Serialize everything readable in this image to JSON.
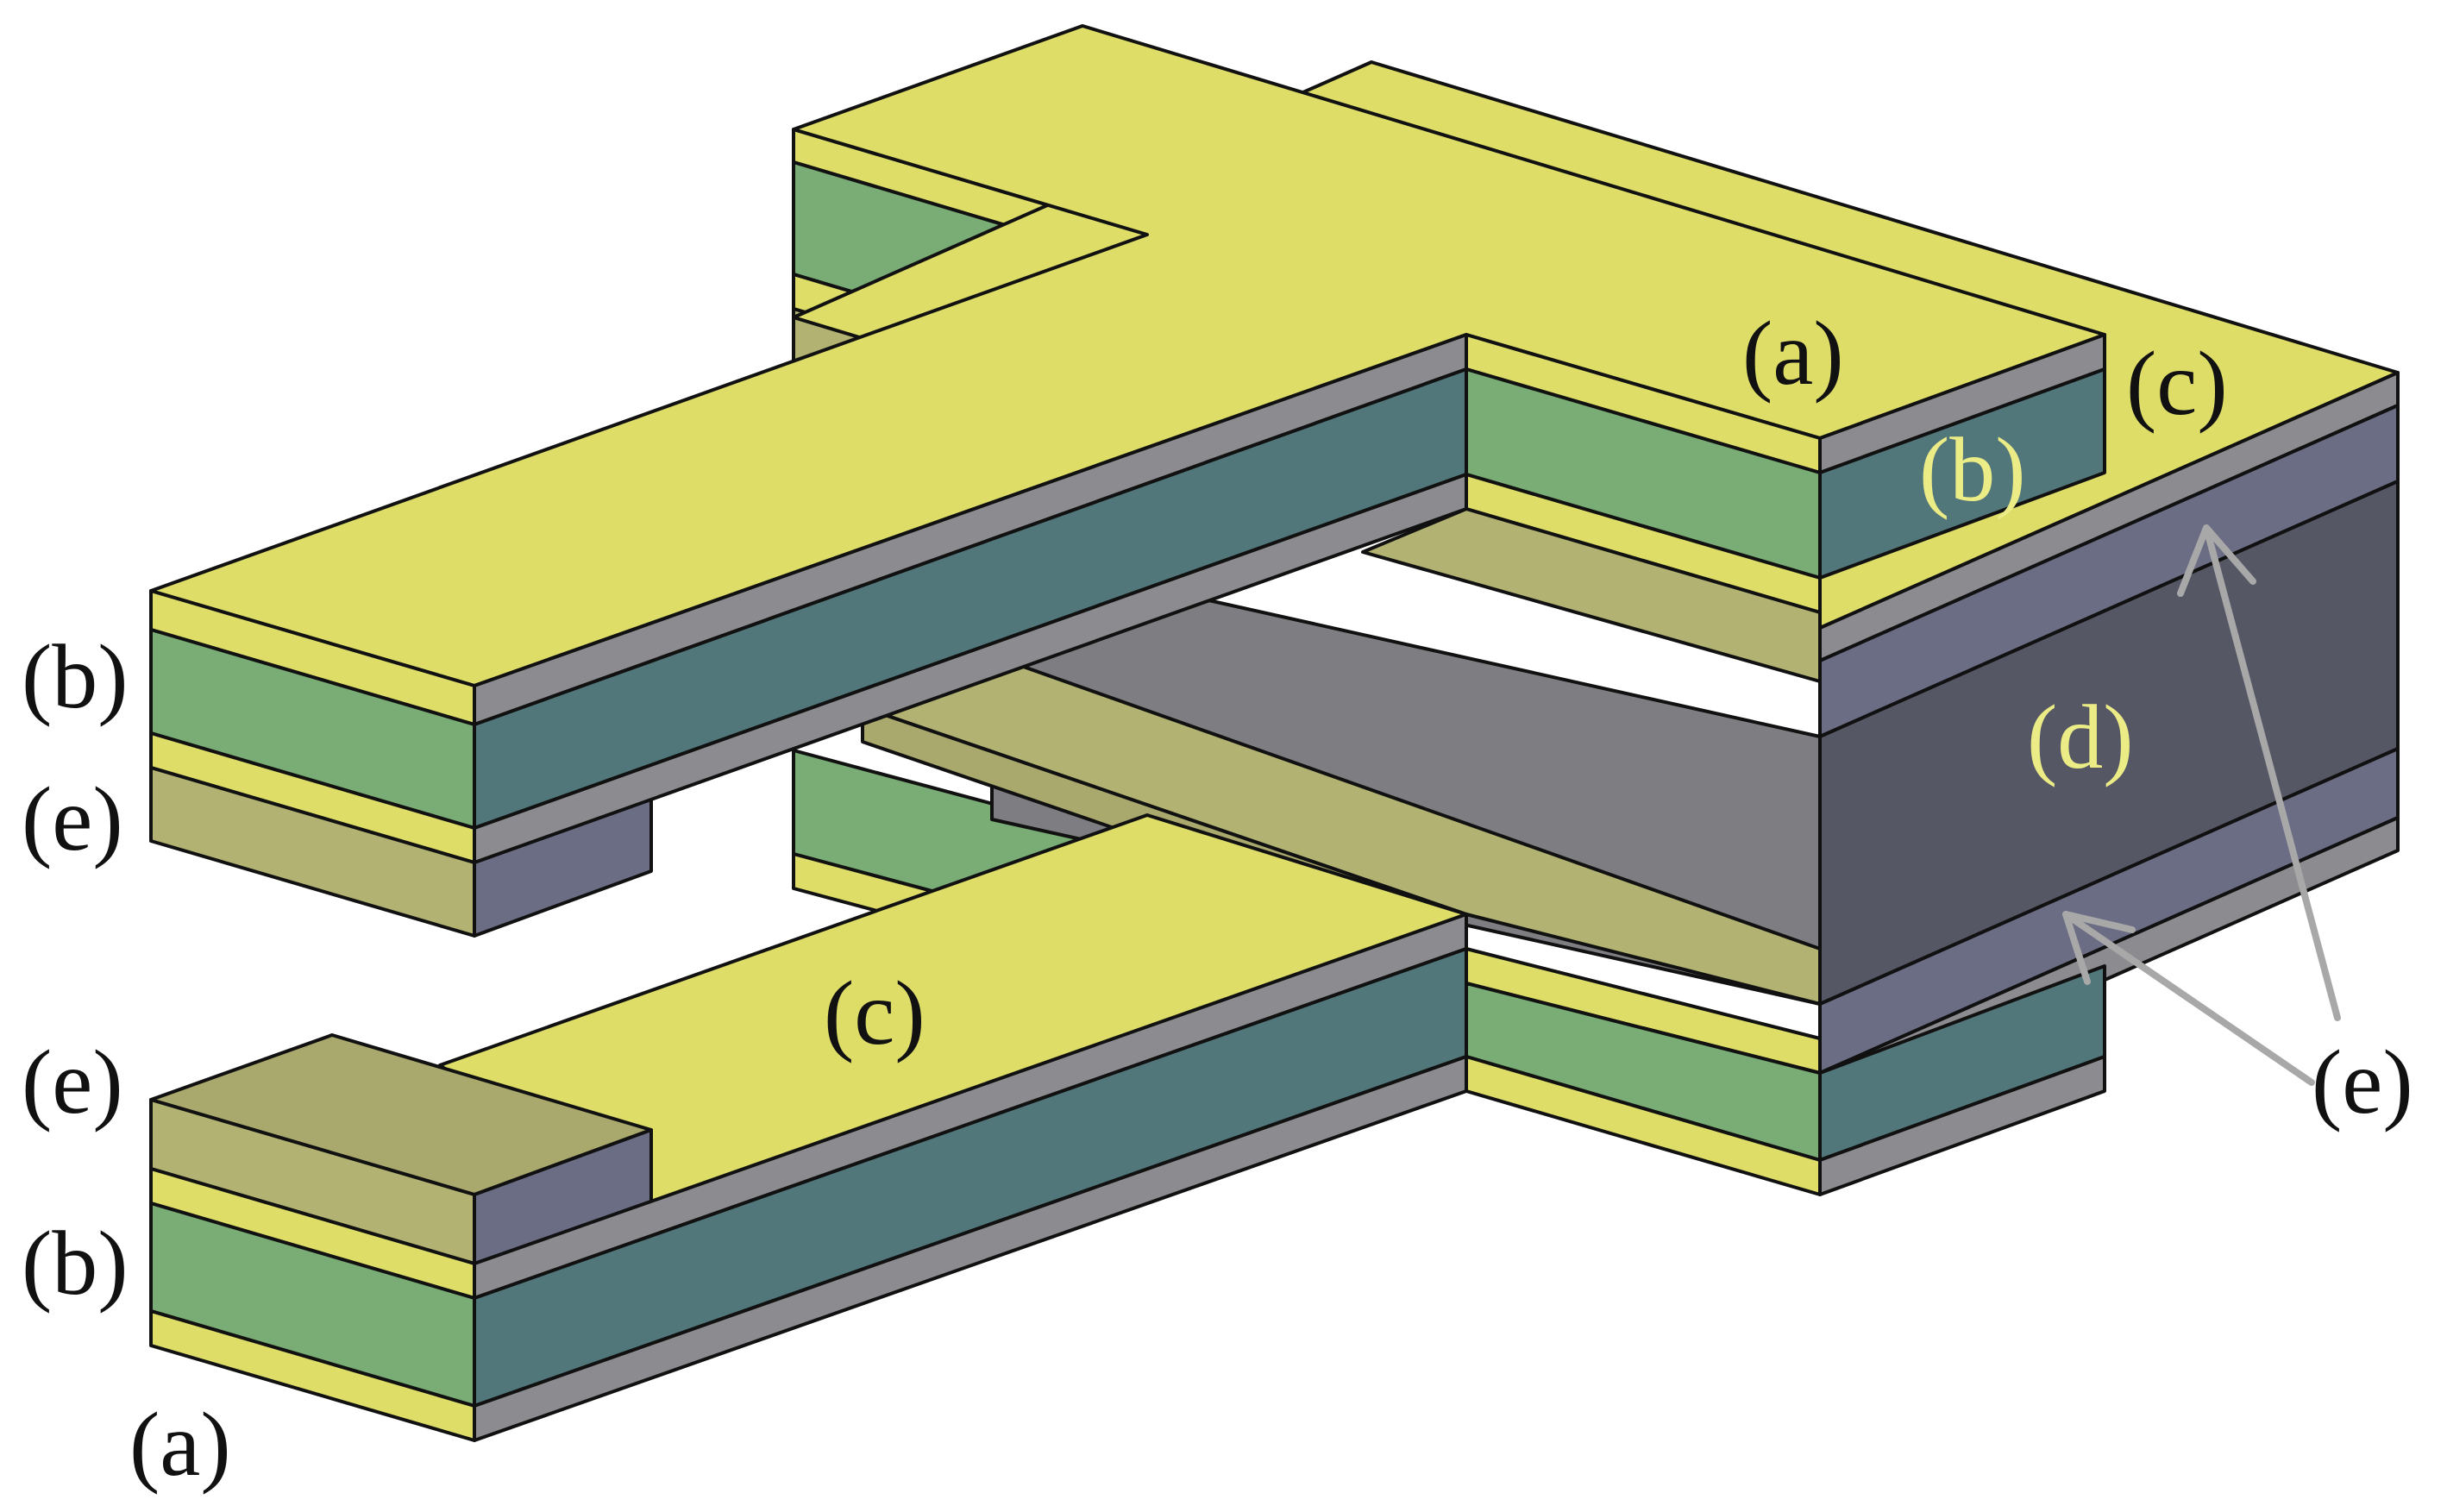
{
  "colors": {
    "yellow": "#dedd68",
    "green": "#7aad76",
    "teal": "#52777b",
    "gray": "#8c8c90",
    "gray_top": "#7e7e82",
    "olive": "#b2b273",
    "olive_light": "#a9a86d",
    "slate": "#6a6d84",
    "dark_slate": "#555765",
    "label_yellow": "#ecec86",
    "arrow_gray": "#a8a8a8",
    "outline": "#111111"
  },
  "labels": {
    "a_top": "(a)",
    "c_top": "(c)",
    "b_face": "(b)",
    "d_face": "(d)",
    "b_left_top": "(b)",
    "e_left_top": "(e)",
    "c_mid": "(c)",
    "e_left_bottom": "(e)",
    "b_left_bottom": "(b)",
    "a_bottom": "(a)",
    "e_right": "(e)"
  }
}
